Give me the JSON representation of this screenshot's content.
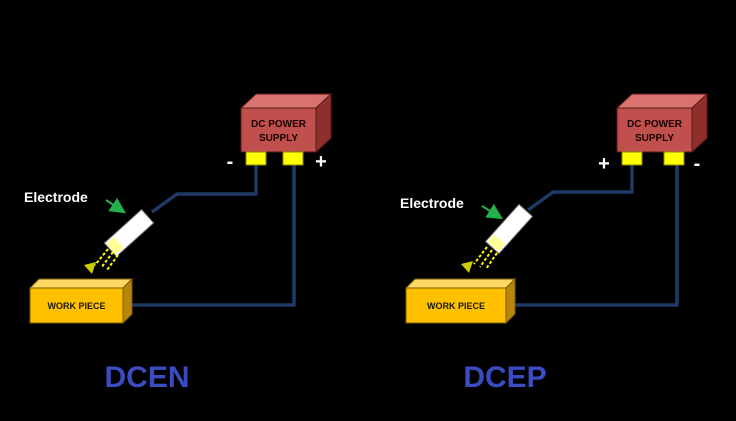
{
  "colors": {
    "background": "#000000",
    "wire": "#1f3a66",
    "power_supply": "#c0504d",
    "work_piece": "#ffc000",
    "terminal": "#ffff00",
    "label_blue": "#3b4cc0",
    "arrow_green": "#22b14c"
  },
  "diagrams": [
    {
      "mode": "DCEN",
      "power_supply_label_line1": "DC POWER",
      "power_supply_label_line2": "SUPPLY",
      "left_sign": "-",
      "right_sign": "+",
      "electrode_label": "Electrode",
      "work_piece_label": "WORK PIECE"
    },
    {
      "mode": "DCEP",
      "power_supply_label_line1": "DC POWER",
      "power_supply_label_line2": "SUPPLY",
      "left_sign": "+",
      "right_sign": "-",
      "electrode_label": "Electrode",
      "work_piece_label": "WORK PIECE"
    }
  ]
}
